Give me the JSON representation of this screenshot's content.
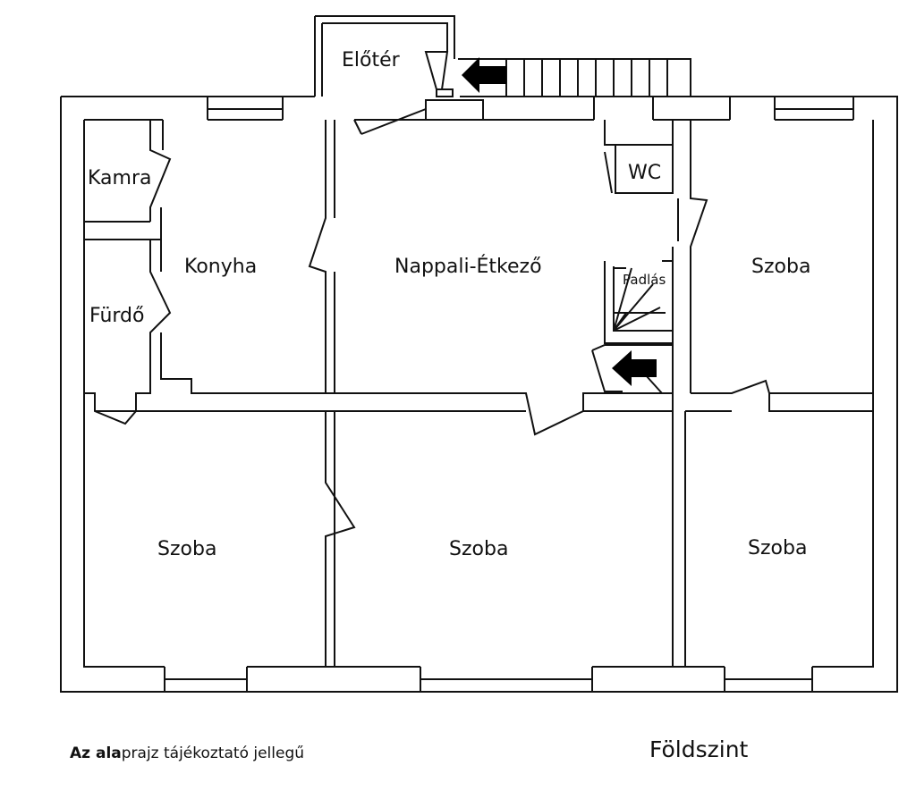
{
  "floor_plan": {
    "floor_name": "Földszint",
    "disclaimer": {
      "bold_part": "Az ala",
      "rest": "prajz tájékoztató jellegű"
    },
    "rooms": {
      "eloter": "Előtér",
      "kamra": "Kamra",
      "konyha": "Konyha",
      "furdo": "Fürdő",
      "nappali": "Nappali-Étkező",
      "wc": "WC",
      "padlas": "Padlás",
      "szoba_ne": "Szoba",
      "szoba_sw": "Szoba",
      "szoba_s": "Szoba",
      "szoba_se": "Szoba"
    },
    "icons": [
      "arrow-left-icon",
      "arrow-left-icon"
    ]
  }
}
